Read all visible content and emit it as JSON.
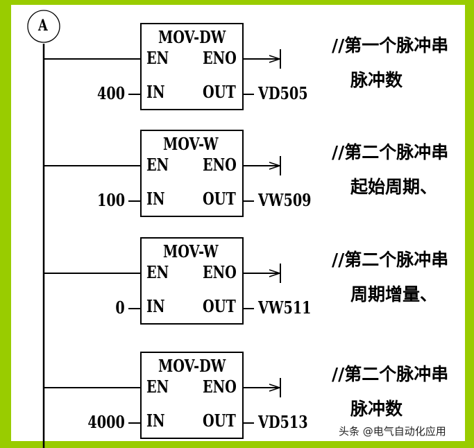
{
  "connector_label": "A",
  "blocks": [
    {
      "title": "MOV-DW",
      "en": "EN",
      "eno": "ENO",
      "in": "IN",
      "out": "OUT",
      "input": "400",
      "output": "VD505",
      "comment1": "//第一个脉冲串",
      "comment2": "脉冲数"
    },
    {
      "title": "MOV-W",
      "en": "EN",
      "eno": "ENO",
      "in": "IN",
      "out": "OUT",
      "input": "100",
      "output": "VW509",
      "comment1": "//第二个脉冲串",
      "comment2": "起始周期、"
    },
    {
      "title": "MOV-W",
      "en": "EN",
      "eno": "ENO",
      "in": "IN",
      "out": "OUT",
      "input": "0",
      "output": "VW511",
      "comment1": "//第二个脉冲串",
      "comment2": "周期增量、"
    },
    {
      "title": "MOV-DW",
      "en": "EN",
      "eno": "ENO",
      "in": "IN",
      "out": "OUT",
      "input": "4000",
      "output": "VD513",
      "comment1": "//第二个脉冲串",
      "comment2": "脉冲数"
    }
  ],
  "watermark": "头条 @电气自动化应用"
}
